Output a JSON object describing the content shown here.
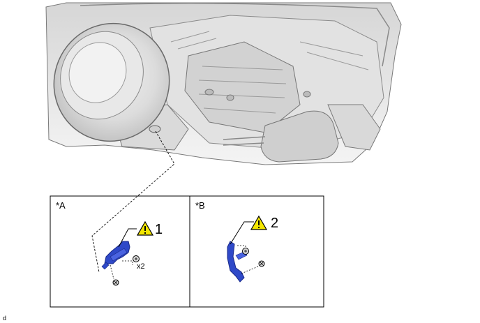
{
  "panels": [
    {
      "label": "*A",
      "callout": "1",
      "quantity": "x2"
    },
    {
      "label": "*B",
      "callout": "2"
    }
  ],
  "corner_code": "d",
  "colors": {
    "part_blue": "#2233aa",
    "line": "#000000",
    "vehicle_gray": "#e6e6e6",
    "warning_yellow": "#f3e600"
  },
  "icons": [
    "warning-triangle-icon",
    "bolt-icon",
    "nut-icon"
  ]
}
